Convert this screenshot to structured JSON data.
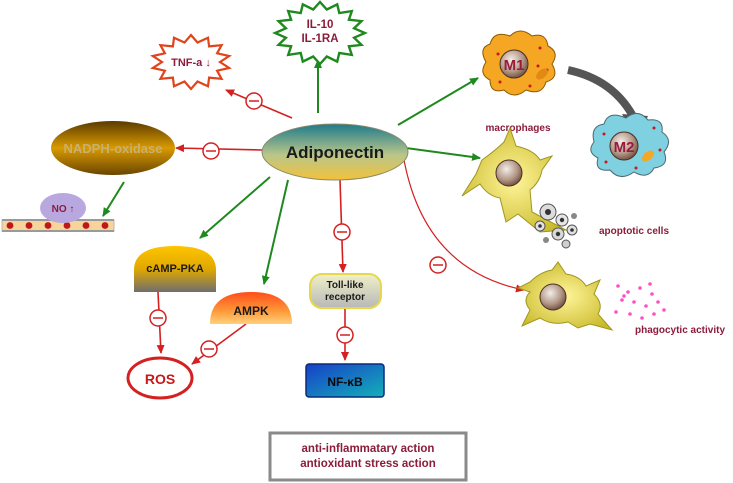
{
  "center": "Adiponectin",
  "tnf": "TNF-a ↓",
  "il": [
    "IL-10",
    "IL-1RA"
  ],
  "nadph": "NADPH-oxidase",
  "no": "NO ↑",
  "camp": "cAMP-PKA",
  "ampk": "AMPK",
  "ros": "ROS",
  "toll": [
    "Toll-like",
    "receptor"
  ],
  "nfkb": "NF-κB",
  "m1": "M1",
  "m2": "M2",
  "macrophages": "macrophages",
  "apoptotic": "apoptotic cells",
  "phagocytic": "phagocytic activity",
  "footer": [
    "anti-inflammatary action",
    "antioxidant stress action"
  ],
  "colors": {
    "inhibit": "#d42020",
    "activate": "#1e8a1e",
    "label": "#8b1c3a",
    "cell_yellow": "#e8d84a",
    "macrophage_orange": "#f5a623",
    "macrophage_blue": "#7fd0e0"
  }
}
